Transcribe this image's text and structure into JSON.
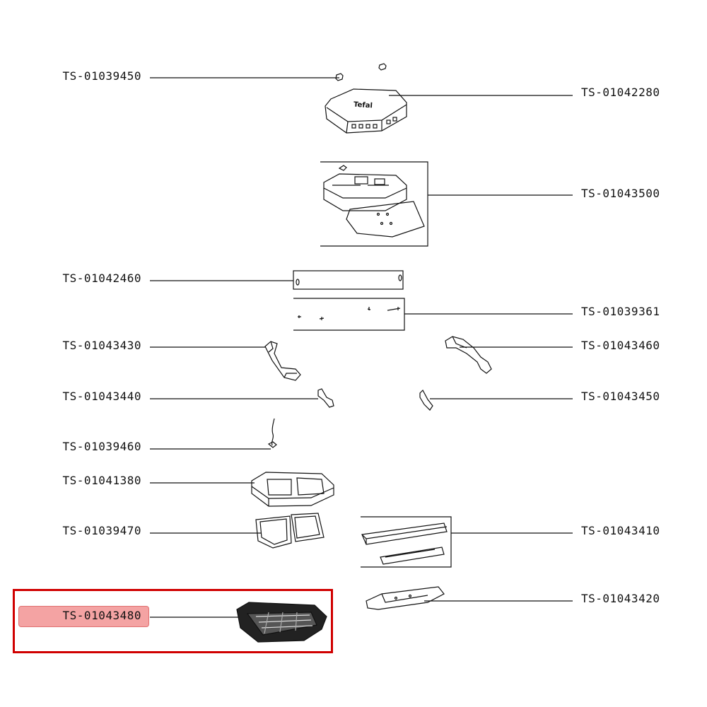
{
  "labels": {
    "p_01039450": "TS-01039450",
    "p_01042280": "TS-01042280",
    "p_01043500": "TS-01043500",
    "p_01042460": "TS-01042460",
    "p_01039361": "TS-01039361",
    "p_01043430": "TS-01043430",
    "p_01043460": "TS-01043460",
    "p_01043440": "TS-01043440",
    "p_01043450": "TS-01043450",
    "p_01039460": "TS-01039460",
    "p_01041380": "TS-01041380",
    "p_01039470": "TS-01039470",
    "p_01043410": "TS-01043410",
    "p_01043480": "TS-01043480",
    "p_01043420": "TS-01043420"
  },
  "lid_logo": "Tefal",
  "selected_part": "TS-01043480",
  "colors": {
    "selection_border": "#d00000",
    "selection_fill": "#f4a3a3",
    "line": "#111111"
  }
}
